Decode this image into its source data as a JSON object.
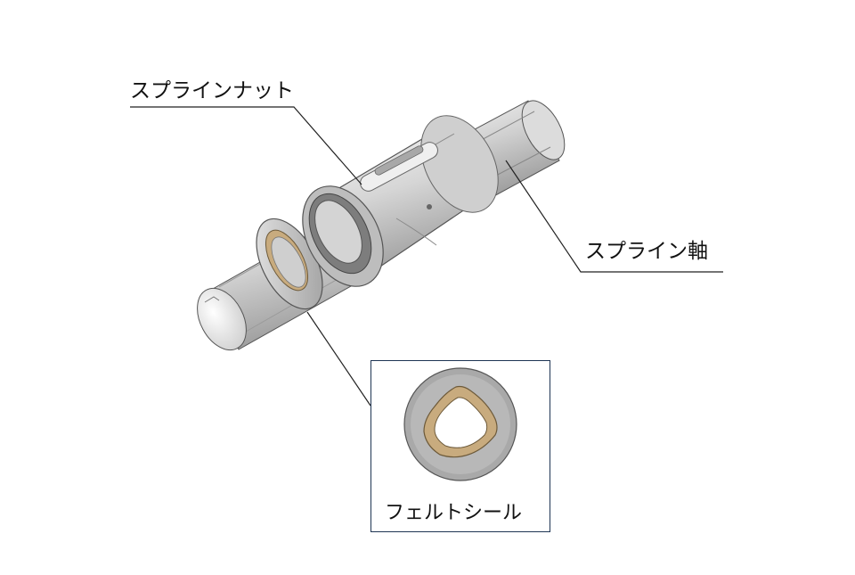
{
  "labels": {
    "spline_nut": "スプラインナット",
    "spline_shaft": "スプライン軸",
    "felt_seal": "フェルトシール"
  },
  "colors": {
    "metal_light": "#e6e6e6",
    "metal_mid": "#c4c4c4",
    "metal_dark": "#8f8f8f",
    "felt": "#c8ab7e",
    "inset_border": "#1f3554",
    "leader_line": "#222222"
  }
}
